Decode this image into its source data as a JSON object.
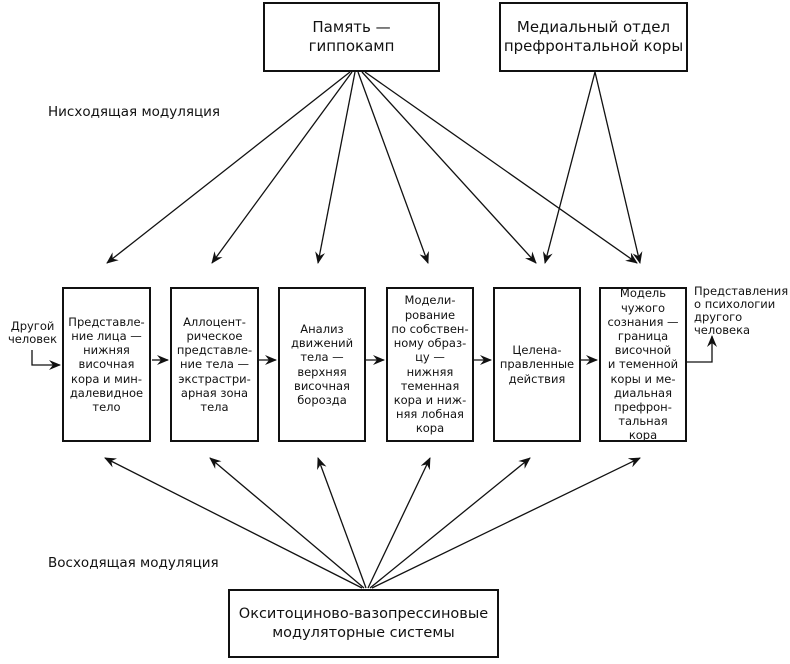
{
  "labels": {
    "descending": "Нисходящая модуляция",
    "ascending": "Восходящая модуляция",
    "input": "Другой\nчеловек",
    "output": "Представления\nо психологии\nдругого\nчеловека"
  },
  "top_boxes": {
    "memory": "Память —\nгиппокамп",
    "prefrontal": "Медиальный отдел\nпрефронтальной коры"
  },
  "stages": [
    "Представле-\nние лица —\nнижняя\nвисочная\nкора и мин-\nдалевидное\nтело",
    "Аллоцент-\nрическое\nпредставле-\nние тела —\nэкстрастри-\nарная зона\nтела",
    "Анализ\nдвижений\nтела —\nверхняя\nвисочная\nборозда",
    "Модели-\nрование\nпо собствен-\nному образ-\nцу — нижняя\nтеменная\nкора и ниж-\nняя лобная\nкора",
    "Целена-\nправленные\nдействия",
    "Модель\nчужого\nсознания —\nграница\nвисочной\nи теменной\nкоры и ме-\nдиальная\nпрефрон-\nтальная\nкора"
  ],
  "bottom_box": "Окситоциново-вазопрессиновые\nмодуляторные системы"
}
